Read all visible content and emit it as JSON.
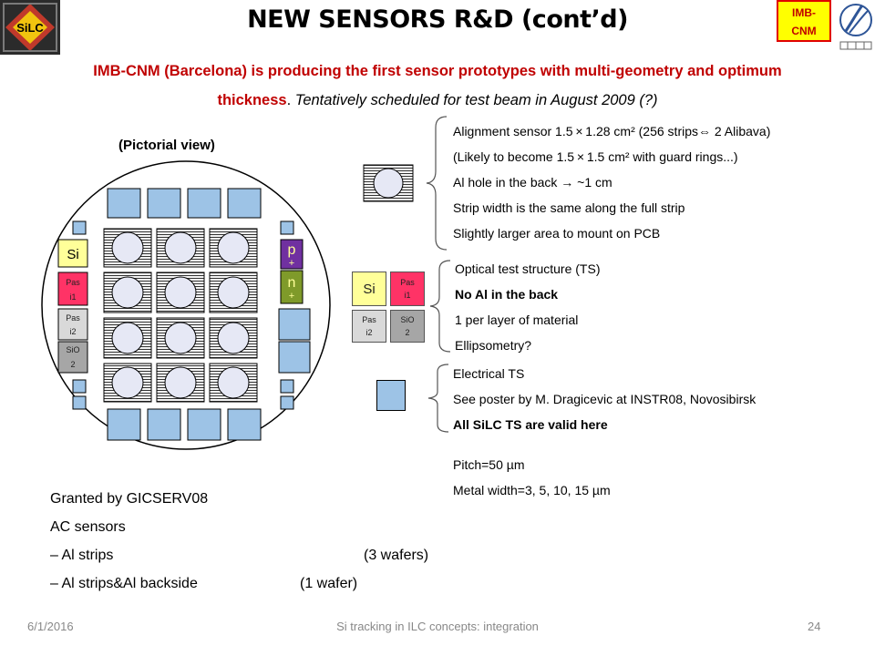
{
  "title": "NEW SENSORS R&D (cont’d)",
  "logos": {
    "imb_line1": "IMB-",
    "imb_line2": "CNM",
    "left_logo_text": "SiLC"
  },
  "intro": {
    "line1": "IMB-CNM (Barcelona) is producing the first sensor prototypes with multi-geometry and  optimum",
    "line2_red": "thickness",
    "line2_sep": ". ",
    "line2_italic": "Tentatively scheduled for test beam in August 2009 (?)"
  },
  "pictorial_label": "(Pictorial view)",
  "wafer_labels": {
    "si": "Si",
    "pas1_a": "Pas",
    "pas1_b": "i1",
    "pas2_a": "Pas",
    "pas2_b": "i2",
    "sio_a": "SiO",
    "sio_b": "2",
    "p": "p",
    "plus": "+",
    "n": "n"
  },
  "alignment": {
    "items": [
      "Alignment sensor 1.5 × 1.28 cm² (256 strips⇔ 2 Alibava)",
      "(Likely to become 1.5 × 1.5 cm² with guard rings...)",
      "Al hole in the back → ~1 cm",
      "Strip width is the same along the full strip",
      "Slightly larger area to mount on PCB"
    ]
  },
  "optical": {
    "items": [
      "Optical test structure (TS)",
      "No Al in the back",
      "1 per layer of material",
      "Ellipsometry?"
    ],
    "bold_index": 1
  },
  "electrical": {
    "items": [
      "Electrical TS",
      "See poster by M. Dragicevic at INSTR08, Novosibirsk",
      "All SiLC TS are valid here"
    ],
    "bold_index": 2
  },
  "pitch": {
    "line1": "Pitch=50 µm",
    "line2": "Metal width=3, 5, 10, 15 µm"
  },
  "bottom": {
    "granted": "Granted by GICSERV08",
    "ac": "AC sensors",
    "al_strips": "– Al strips",
    "al_strips_count": "(3 wafers)",
    "al_backside": "– Al strips&Al backside",
    "al_backside_count": "(1 wafer)"
  },
  "footer": {
    "date": "6/1/2016",
    "center": "Si tracking in ILC concepts: integration",
    "page": "24"
  },
  "colors": {
    "red": "#c00000",
    "light_blue": "#9dc3e6",
    "yellow": "#ffff99",
    "pink": "#ff3366",
    "purple": "#7030a0"
  }
}
